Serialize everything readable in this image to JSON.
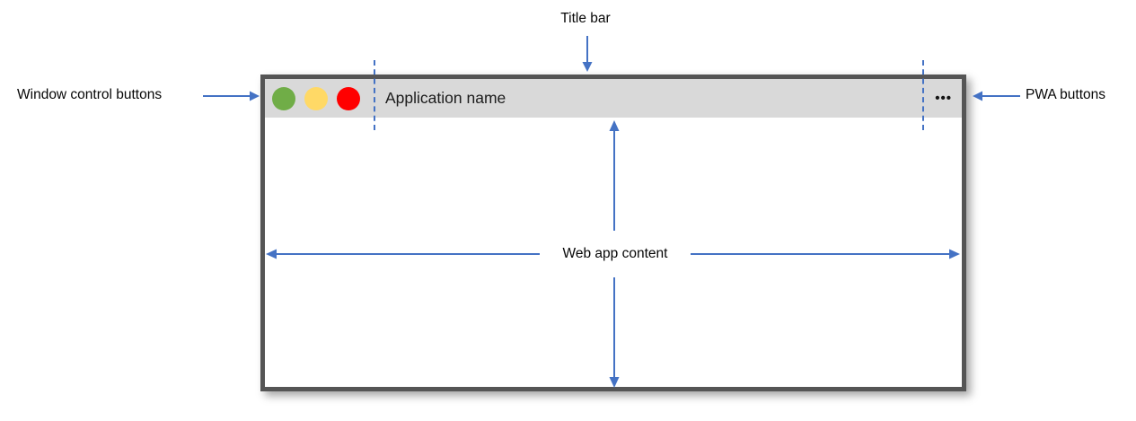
{
  "diagram": {
    "annotations": {
      "title_bar": "Title bar",
      "window_controls": "Window control buttons",
      "pwa_buttons": "PWA buttons",
      "web_app_content": "Web app content"
    },
    "window": {
      "app_name": "Application name",
      "icons": {
        "pwa_menu_ellipsis": "•••"
      },
      "traffic_lights": [
        {
          "name": "green-window-control",
          "color": "#70AD47"
        },
        {
          "name": "yellow-window-control",
          "color": "#FFD966"
        },
        {
          "name": "red-window-control",
          "color": "#FF0000"
        }
      ]
    },
    "colors": {
      "accent": "#4472C4",
      "titlebar_bg": "#D9D9D9",
      "window_border": "#555555",
      "text": "#111111"
    }
  }
}
